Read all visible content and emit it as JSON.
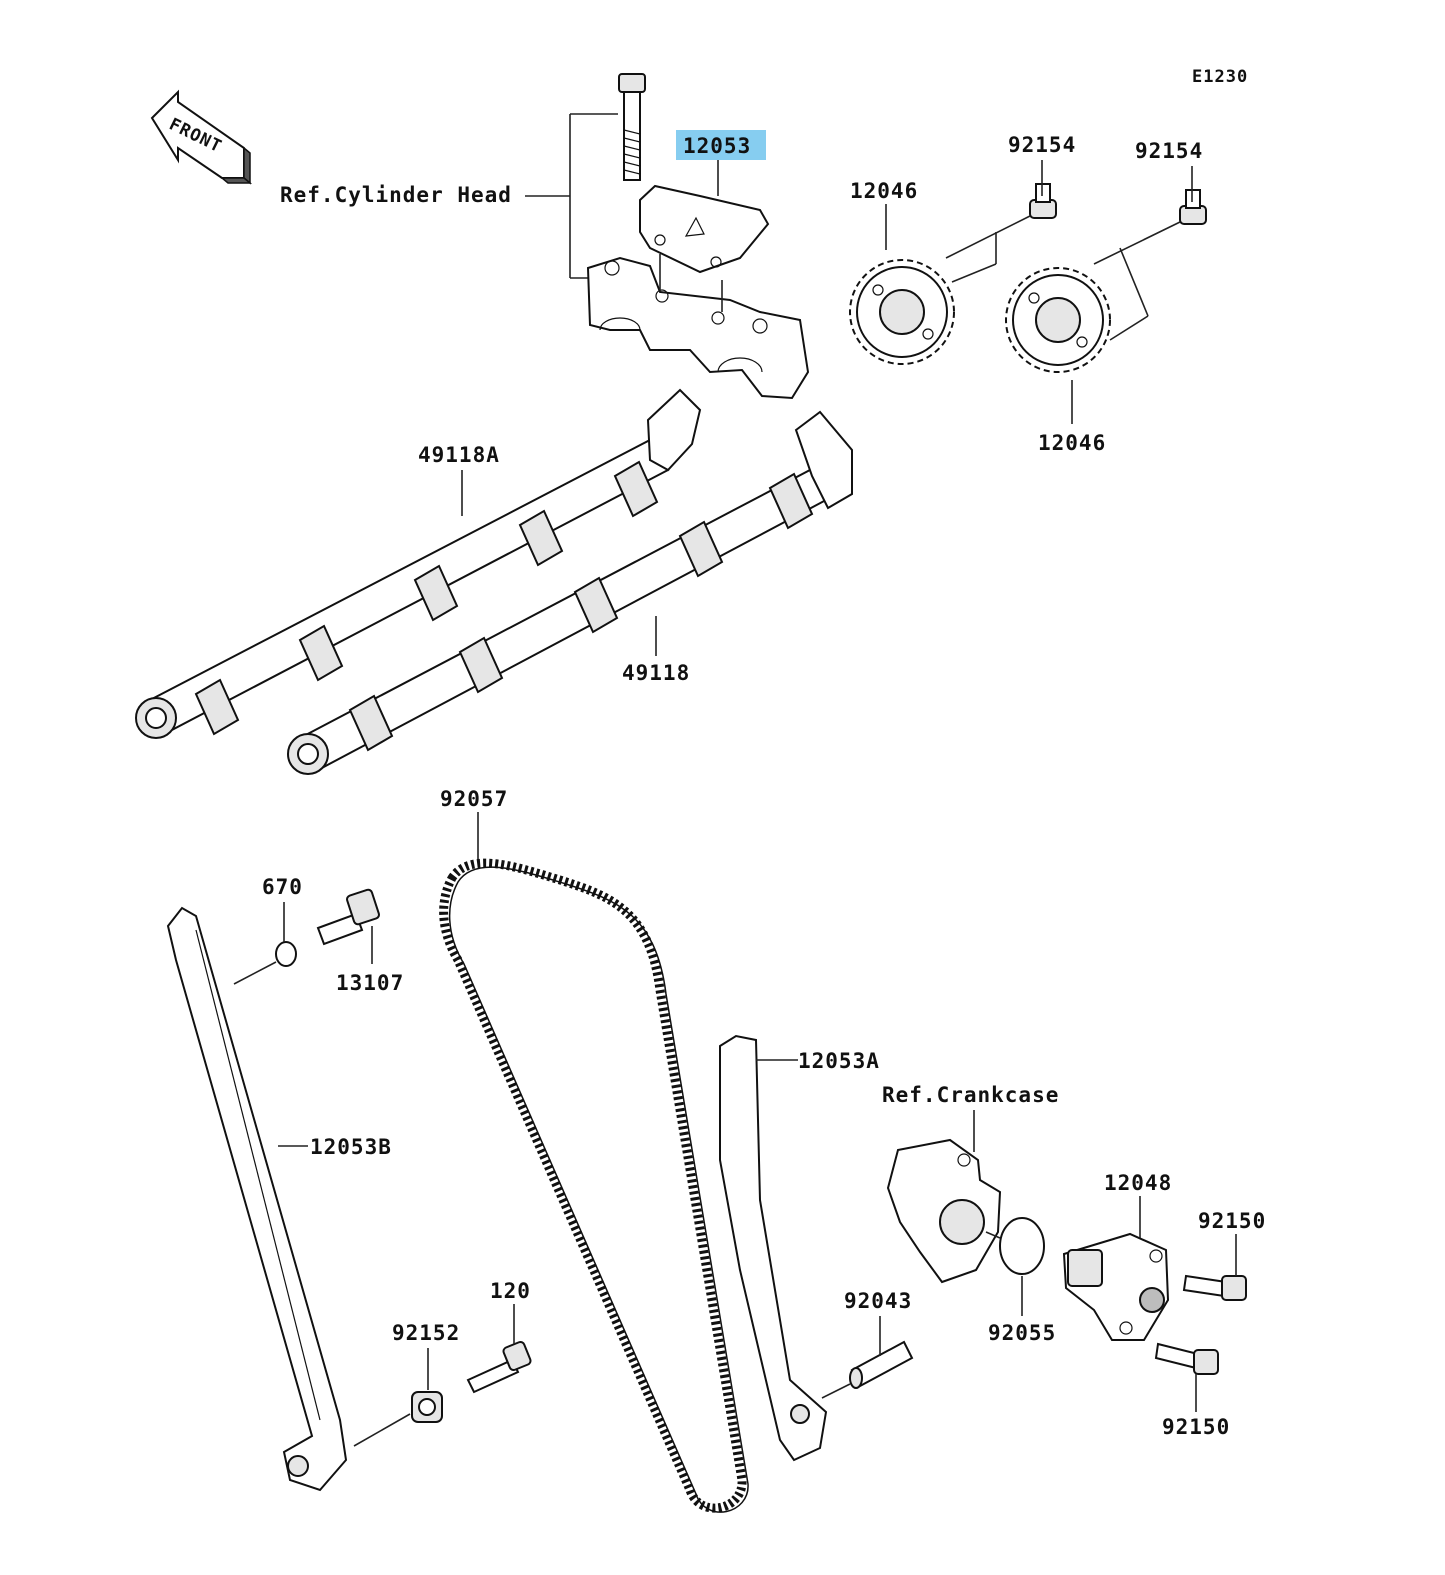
{
  "diagram_code": "E1230",
  "front_label": "FRONT",
  "highlight_color": "#86cdf0",
  "labels": {
    "p12053": "12053",
    "ref_cylinder_head": "Ref.Cylinder Head",
    "p92154_a": "92154",
    "p92154_b": "92154",
    "p12046_a": "12046",
    "p12046_b": "12046",
    "p49118A": "49118A",
    "p49118": "49118",
    "p92057": "92057",
    "p670": "670",
    "p13107": "13107",
    "p12053A": "12053A",
    "ref_crankcase": "Ref.Crankcase",
    "p12053B": "12053B",
    "p12048": "12048",
    "p92150_a": "92150",
    "p92150_b": "92150",
    "p120": "120",
    "p92043": "92043",
    "p92152": "92152",
    "p92055": "92055"
  }
}
